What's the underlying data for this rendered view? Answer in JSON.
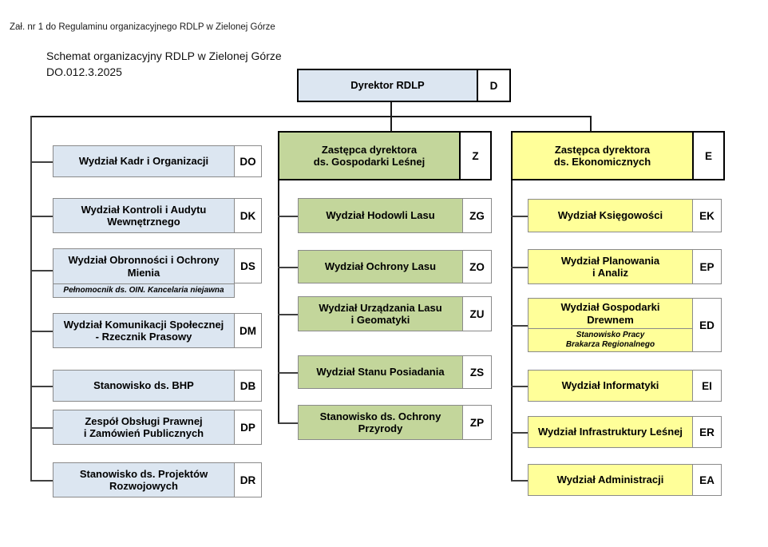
{
  "header": {
    "note": "Zał. nr 1 do Regulaminu organizacyjnego RDLP w Zielonej Górze",
    "title": "Schemat organizacyjny RDLP w Zielonej Górze",
    "doc_id": "DO.012.3.2025"
  },
  "colors": {
    "blue_fill": "#dce6f1",
    "green_fill": "#c3d69b",
    "yellow_fill": "#ffff99",
    "code_fill": "#ffffff",
    "border": "#8a8a8a",
    "line": "#404040"
  },
  "director": {
    "label": "Dyrektor RDLP",
    "code": "D"
  },
  "deputies": [
    {
      "label_lines": [
        "Zastępca dyrektora",
        "ds. Gospodarki Leśnej"
      ],
      "code": "Z"
    },
    {
      "label_lines": [
        "Zastępca dyrektora",
        "ds. Ekonomicznych"
      ],
      "code": "E"
    }
  ],
  "director_units": [
    {
      "label_lines": [
        "Wydział Kadr i Organizacji"
      ],
      "code": "DO",
      "sub_lines": []
    },
    {
      "label_lines": [
        "Wydział Kontroli i Audytu",
        "Wewnętrznego"
      ],
      "code": "DK",
      "sub_lines": []
    },
    {
      "label_lines": [
        "Wydział Obronności i Ochrony",
        "Mienia"
      ],
      "code": "DS",
      "sub_lines": [
        "Pełnomocnik ds. OIN. Kancelaria niejawna"
      ]
    },
    {
      "label_lines": [
        "Wydział Komunikacji Społecznej",
        "- Rzecznik Prasowy"
      ],
      "code": "DM",
      "sub_lines": []
    },
    {
      "label_lines": [
        "Stanowisko ds. BHP"
      ],
      "code": "DB",
      "sub_lines": []
    },
    {
      "label_lines": [
        "Zespół Obsługi Prawnej",
        "i Zamówień Publicznych"
      ],
      "code": "DP",
      "sub_lines": []
    },
    {
      "label_lines": [
        "Stanowisko ds. Projektów",
        "Rozwojowych"
      ],
      "code": "DR",
      "sub_lines": []
    }
  ],
  "forestry_units": [
    {
      "label_lines": [
        "Wydział Hodowli Lasu"
      ],
      "code": "ZG",
      "sub_lines": []
    },
    {
      "label_lines": [
        "Wydział Ochrony Lasu"
      ],
      "code": "ZO",
      "sub_lines": []
    },
    {
      "label_lines": [
        "Wydział Urządzania Lasu",
        "i Geomatyki"
      ],
      "code": "ZU",
      "sub_lines": []
    },
    {
      "label_lines": [
        "Wydział Stanu Posiadania"
      ],
      "code": "ZS",
      "sub_lines": []
    },
    {
      "label_lines": [
        "Stanowisko ds. Ochrony",
        "Przyrody"
      ],
      "code": "ZP",
      "sub_lines": []
    }
  ],
  "economic_units": [
    {
      "label_lines": [
        "Wydział Księgowości"
      ],
      "code": "EK",
      "sub_lines": []
    },
    {
      "label_lines": [
        "Wydział Planowania",
        "i Analiz"
      ],
      "code": "EP",
      "sub_lines": []
    },
    {
      "label_lines": [
        "Wydział Gospodarki",
        "Drewnem"
      ],
      "code": "ED",
      "sub_lines": [
        "Stanowisko Pracy",
        "Brakarza Regionalnego"
      ]
    },
    {
      "label_lines": [
        "Wydział Informatyki"
      ],
      "code": "EI",
      "sub_lines": []
    },
    {
      "label_lines": [
        "Wydział Infrastruktury Leśnej"
      ],
      "code": "ER",
      "sub_lines": []
    },
    {
      "label_lines": [
        "Wydział Administracji"
      ],
      "code": "EA",
      "sub_lines": []
    }
  ]
}
